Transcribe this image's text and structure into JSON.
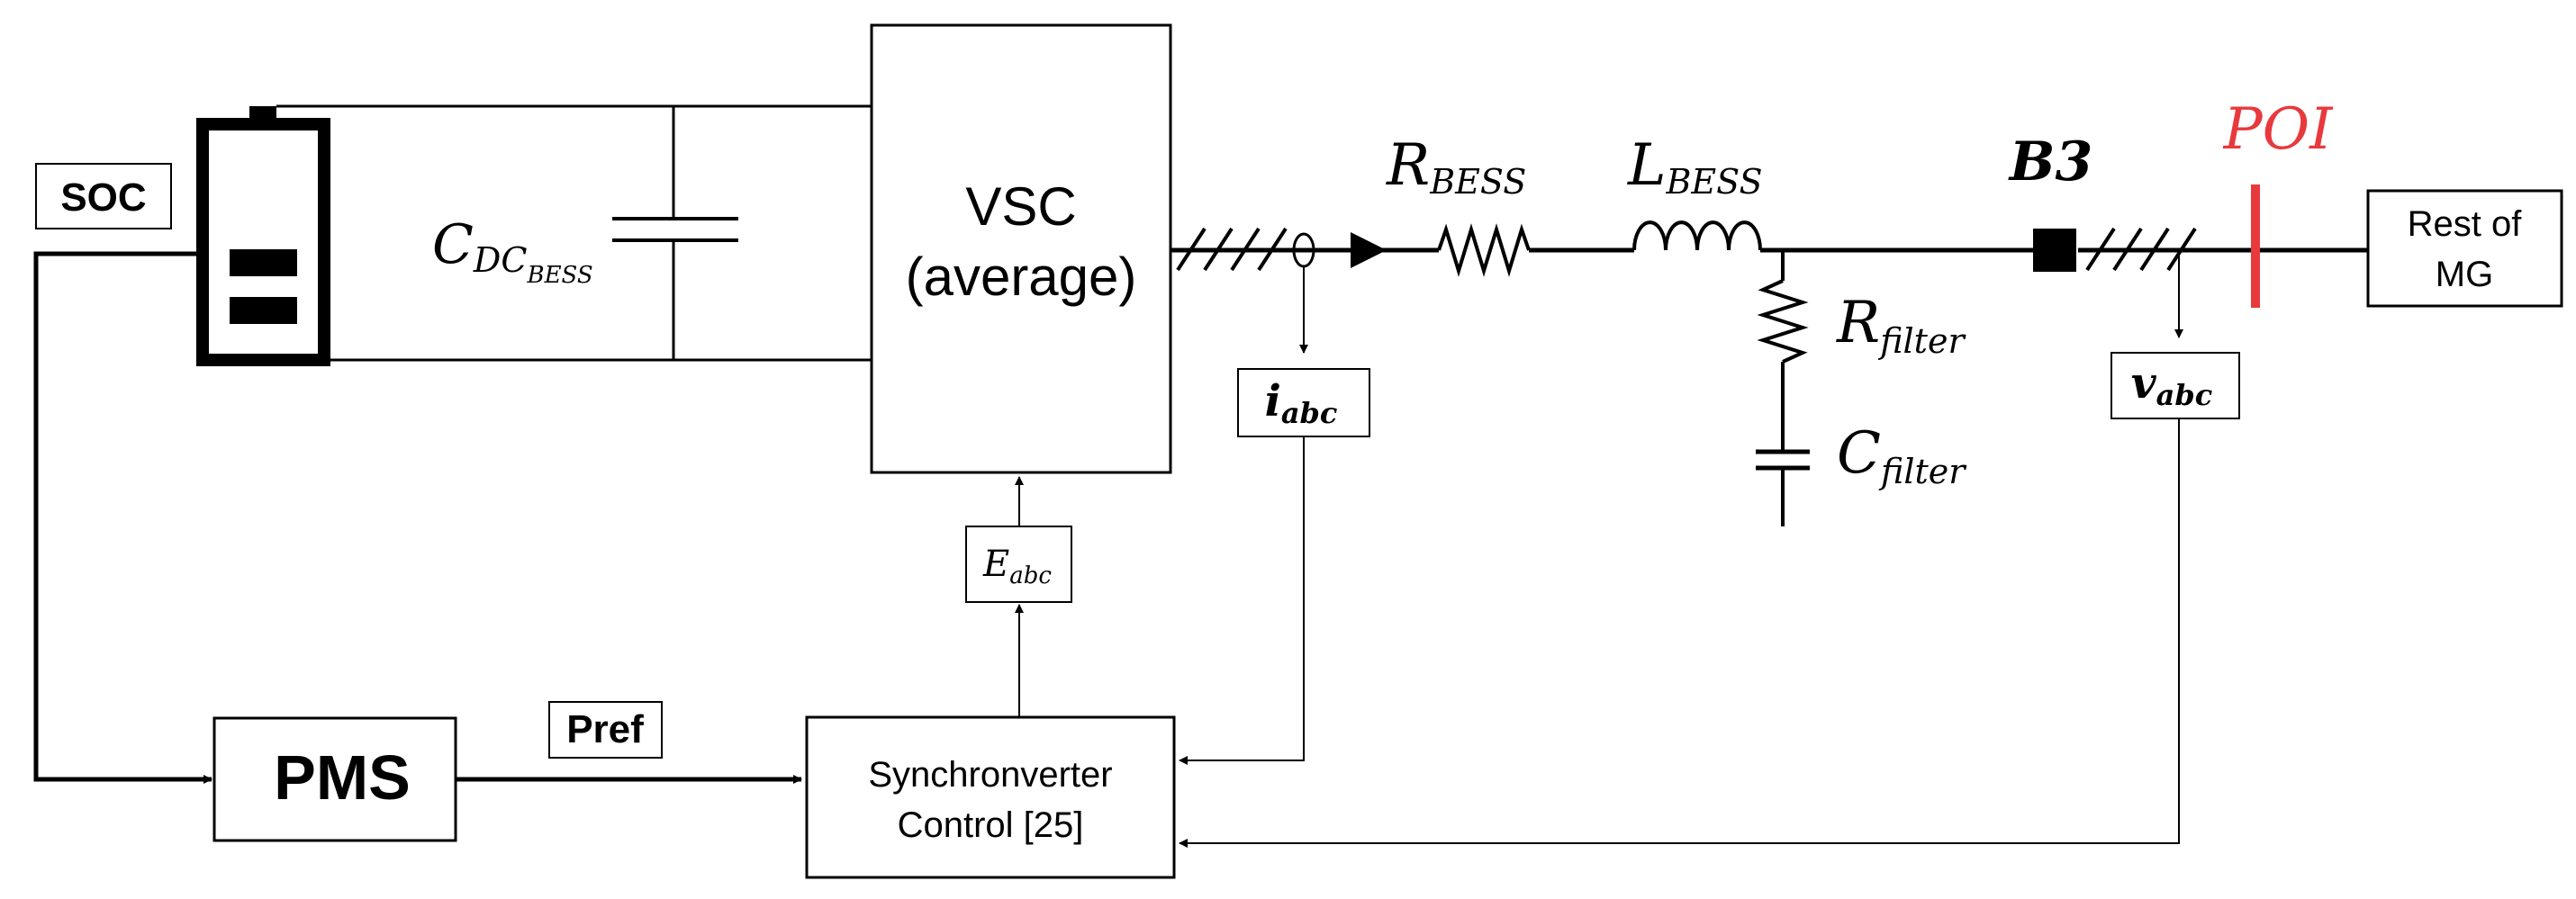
{
  "labels": {
    "soc": "SOC",
    "pms": "PMS",
    "pref": "Pref",
    "vsc_line1": "VSC",
    "vsc_line2": "(average)",
    "sync_line1": "Synchronverter",
    "sync_line2": "Control [25]",
    "rest_line1": "Rest of",
    "rest_line2": "MG",
    "poi": "POI",
    "b3": "B3",
    "c_dc_main": "C",
    "c_dc_sub": "DC",
    "c_dc_subsub": "BESS",
    "r_bess_main": "R",
    "r_bess_sub": "BESS",
    "l_bess_main": "L",
    "l_bess_sub": "BESS",
    "r_filter_main": "R",
    "r_filter_sub": "filter",
    "c_filter_main": "C",
    "c_filter_sub": "filter",
    "iabc_main": "i",
    "iabc_sub": "abc",
    "vabc_main": "v",
    "vabc_sub": "abc",
    "eabc_main": "E",
    "eabc_sub": "abc"
  },
  "colors": {
    "line": "#000000",
    "poi": "#e8393d"
  },
  "icons": {
    "battery": "battery-icon",
    "capacitor": "capacitor-symbol",
    "resistor": "resistor-symbol",
    "inductor": "inductor-symbol",
    "breaker": "breaker-symbol"
  }
}
